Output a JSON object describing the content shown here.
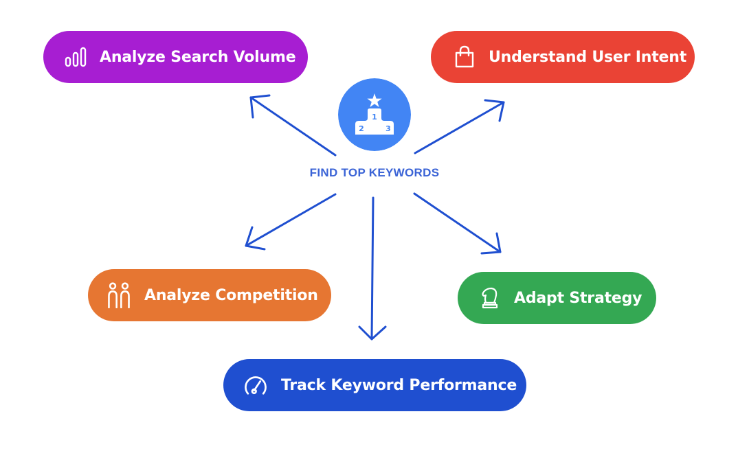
{
  "center": {
    "title": "FIND TOP KEYWORDS",
    "icon": "podium-star-icon",
    "podium_numbers": [
      "1",
      "2",
      "3"
    ],
    "circle_color": "#4285f4",
    "title_color": "#3a63d6"
  },
  "nodes": {
    "volume": {
      "label": "Analyze Search Volume",
      "icon": "bar-chart-icon",
      "color": "#a71ed2"
    },
    "intent": {
      "label": "Understand User Intent",
      "icon": "shopping-bag-icon",
      "color": "#ea4335"
    },
    "competition": {
      "label": "Analyze Competition",
      "icon": "people-icon",
      "color": "#e67632"
    },
    "strategy": {
      "label": "Adapt Strategy",
      "icon": "chess-knight-icon",
      "color": "#34a853"
    },
    "track": {
      "label": "Track Keyword Performance",
      "icon": "speedometer-icon",
      "color": "#1f4fd0"
    }
  },
  "arrow_color": "#1f4fd0"
}
